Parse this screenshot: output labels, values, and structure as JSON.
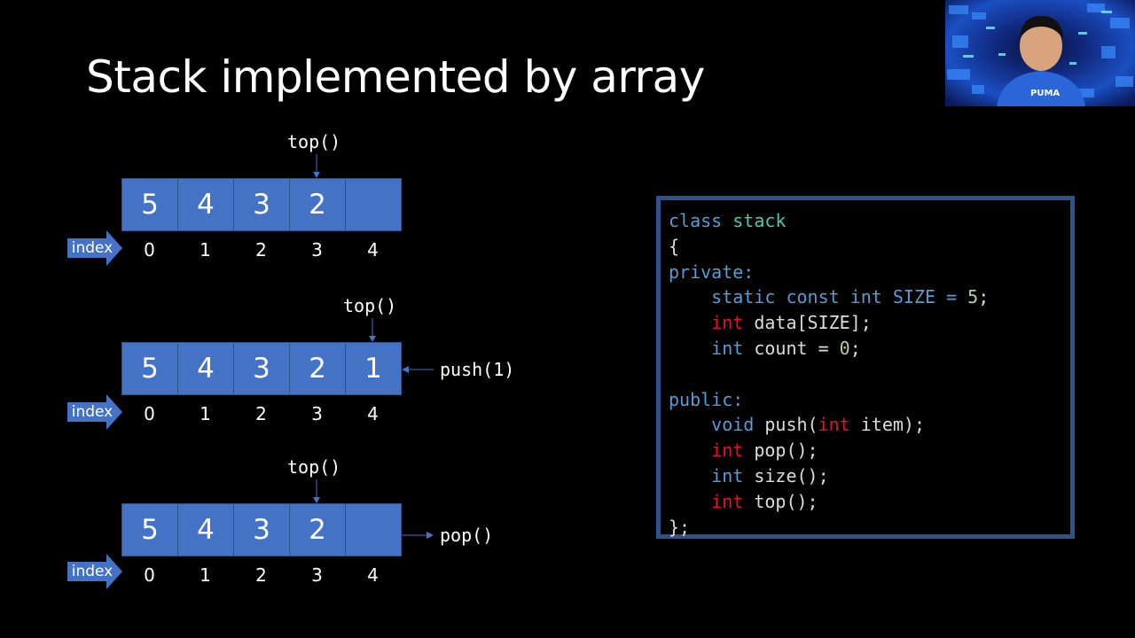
{
  "title": "Stack implemented by array",
  "index_label": "index",
  "top_label": "top()",
  "diagrams": [
    {
      "cells": [
        "5",
        "4",
        "3",
        "2",
        ""
      ],
      "indices": [
        "0",
        "1",
        "2",
        "3",
        "4"
      ],
      "operation": ""
    },
    {
      "cells": [
        "5",
        "4",
        "3",
        "2",
        "1"
      ],
      "indices": [
        "0",
        "1",
        "2",
        "3",
        "4"
      ],
      "operation": "push(1)"
    },
    {
      "cells": [
        "5",
        "4",
        "3",
        "2",
        ""
      ],
      "indices": [
        "0",
        "1",
        "2",
        "3",
        "4"
      ],
      "operation": "pop()"
    }
  ],
  "code": {
    "lines": [
      [
        {
          "t": "class ",
          "c": "kw"
        },
        {
          "t": "stack",
          "c": "type"
        }
      ],
      [
        {
          "t": "{",
          "c": "plain"
        }
      ],
      [
        {
          "t": "private:",
          "c": "kw"
        }
      ],
      [
        {
          "t": "    static const int SIZE = ",
          "c": "kw"
        },
        {
          "t": "5",
          "c": "num"
        },
        {
          "t": ";",
          "c": "plain"
        }
      ],
      [
        {
          "t": "    ",
          "c": "plain"
        },
        {
          "t": "int",
          "c": "red"
        },
        {
          "t": " data[SIZE];",
          "c": "plain"
        }
      ],
      [
        {
          "t": "    int ",
          "c": "kw"
        },
        {
          "t": "count = ",
          "c": "plain"
        },
        {
          "t": "0",
          "c": "num"
        },
        {
          "t": ";",
          "c": "plain"
        }
      ],
      [
        {
          "t": "",
          "c": "plain"
        }
      ],
      [
        {
          "t": "public:",
          "c": "kw"
        }
      ],
      [
        {
          "t": "    void ",
          "c": "kw"
        },
        {
          "t": "push(",
          "c": "plain"
        },
        {
          "t": "int",
          "c": "red"
        },
        {
          "t": " item);",
          "c": "plain"
        }
      ],
      [
        {
          "t": "    ",
          "c": "plain"
        },
        {
          "t": "int",
          "c": "red"
        },
        {
          "t": " pop();",
          "c": "plain"
        }
      ],
      [
        {
          "t": "    int ",
          "c": "kw"
        },
        {
          "t": "size();",
          "c": "plain"
        }
      ],
      [
        {
          "t": "    ",
          "c": "plain"
        },
        {
          "t": "int",
          "c": "red"
        },
        {
          "t": " top();",
          "c": "plain"
        }
      ],
      [
        {
          "t": "};",
          "c": "plain"
        }
      ]
    ]
  },
  "colors": {
    "cell_fill": "#4472c4",
    "cell_border": "#2f528f",
    "code_border": "#2f528f"
  }
}
